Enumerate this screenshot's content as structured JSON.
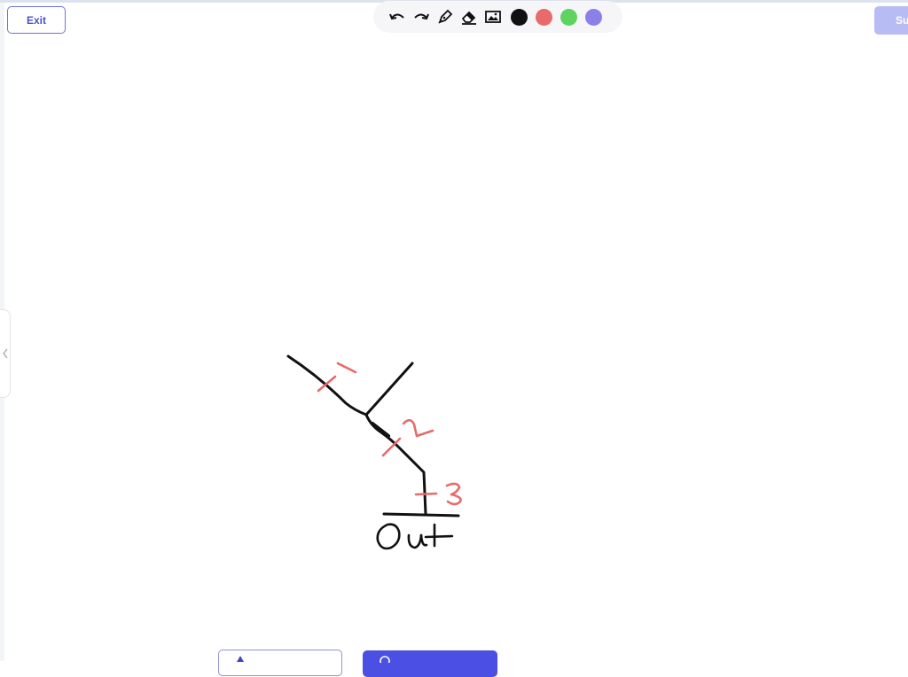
{
  "header": {
    "exit_label": "Exit",
    "submit_label": "Su"
  },
  "toolbar": {
    "tools": [
      "undo-icon",
      "redo-icon",
      "pen-icon",
      "eraser-icon",
      "image-icon"
    ],
    "colors": [
      "#111111",
      "#e86a6a",
      "#5fd35f",
      "#8b7fe8"
    ]
  },
  "canvas_handwriting": {
    "step_labels": [
      "1",
      "2",
      "3"
    ],
    "word": "Out"
  },
  "footer": {
    "buttons": [
      "outline",
      "filled"
    ]
  }
}
